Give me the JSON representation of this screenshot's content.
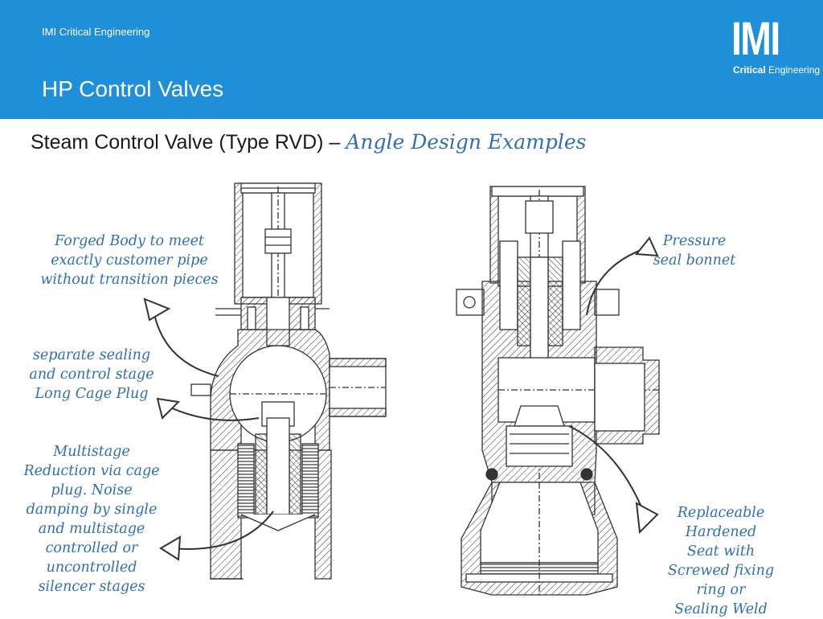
{
  "header": {
    "company": "IMI Critical Engineering",
    "title": "HP Control  Valves",
    "logo": {
      "mark": "IMI",
      "sub_bold": "Critical",
      "sub_regular": " Engineering"
    },
    "background": "#1f8fd9"
  },
  "subtitle": {
    "main": "Steam Control Valve (Type RVD) – ",
    "accent": "Angle Design Examples"
  },
  "annotations": {
    "forged_body": "Forged Body to meet\nexactly customer pipe\nwithout transition pieces",
    "sealing_stage": "separate sealing\nand control stage\nLong Cage Plug",
    "multistage": "Multistage\nReduction via cage\nplug. Noise\ndamping by single\nand multistage\ncontrolled or\nuncontrolled\nsilencer stages",
    "pressure_seal": "Pressure\nseal bonnet",
    "replaceable_seat": "Replaceable\nHardened\nSeat with\nScrewed fixing\nring or\nSealing Weld"
  },
  "accent_color": "#2f6fb5",
  "line_color": "#333333"
}
